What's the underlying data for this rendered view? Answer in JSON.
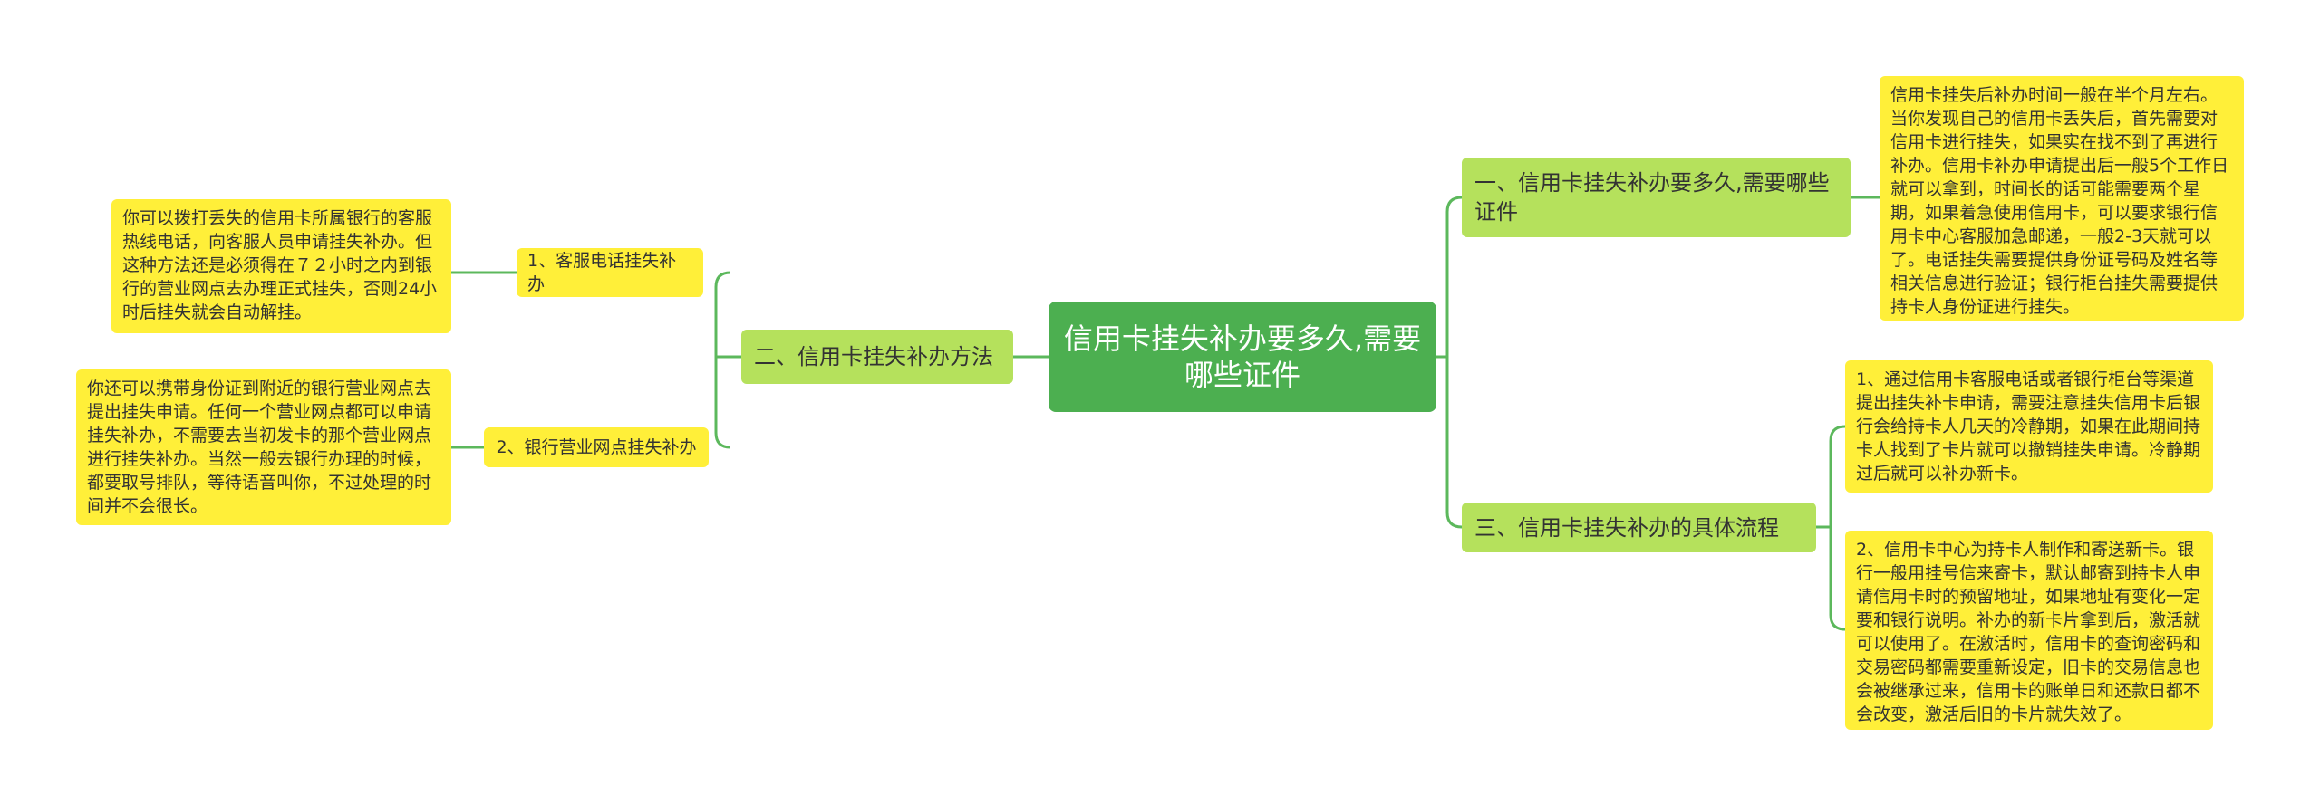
{
  "colors": {
    "root": "#4caf50",
    "branch": "#b5e15c",
    "leaf": "#ffef39",
    "connector": "#5cb85c"
  },
  "root": {
    "text": "信用卡挂失补办要多久,需要哪些证件"
  },
  "left": {
    "branch": {
      "text": "二、信用卡挂失补办方法"
    },
    "subs": [
      {
        "text": "1、客服电话挂失补办",
        "detail": "你可以拨打丢失的信用卡所属银行的客服热线电话，向客服人员申请挂失补办。但这种方法还是必须得在７２小时之内到银行的营业网点去办理正式挂失，否则24小时后挂失就会自动解挂。"
      },
      {
        "text": "2、银行营业网点挂失补办",
        "detail": "你还可以携带身份证到附近的银行营业网点去提出挂失申请。任何一个营业网点都可以申请挂失补办，不需要去当初发卡的那个营业网点进行挂失补办。当然一般去银行办理的时候，都要取号排队，等待语音叫你，不过处理的时间并不会很长。"
      }
    ]
  },
  "right": [
    {
      "text": "一、信用卡挂失补办要多久,需要哪些证件",
      "details": [
        "信用卡挂失后补办时间一般在半个月左右。当你发现自己的信用卡丢失后，首先需要对信用卡进行挂失，如果实在找不到了再进行补办。信用卡补办申请提出后一般5个工作日就可以拿到，时间长的话可能需要两个星期，如果着急使用信用卡，可以要求银行信用卡中心客服加急邮递，一般2-3天就可以了。电话挂失需要提供身份证号码及姓名等相关信息进行验证；银行柜台挂失需要提供持卡人身份证进行挂失。"
      ]
    },
    {
      "text": "三、信用卡挂失补办的具体流程",
      "details": [
        "1、通过信用卡客服电话或者银行柜台等渠道提出挂失补卡申请，需要注意挂失信用卡后银行会给持卡人几天的冷静期，如果在此期间持卡人找到了卡片就可以撤销挂失申请。冷静期过后就可以补办新卡。",
        "2、信用卡中心为持卡人制作和寄送新卡。银行一般用挂号信来寄卡，默认邮寄到持卡人申请信用卡时的预留地址，如果地址有变化一定要和银行说明。补办的新卡片拿到后，激活就可以使用了。在激活时，信用卡的查询密码和交易密码都需要重新设定，旧卡的交易信息也会被继承过来，信用卡的账单日和还款日都不会改变，激活后旧的卡片就失效了。"
      ]
    }
  ]
}
